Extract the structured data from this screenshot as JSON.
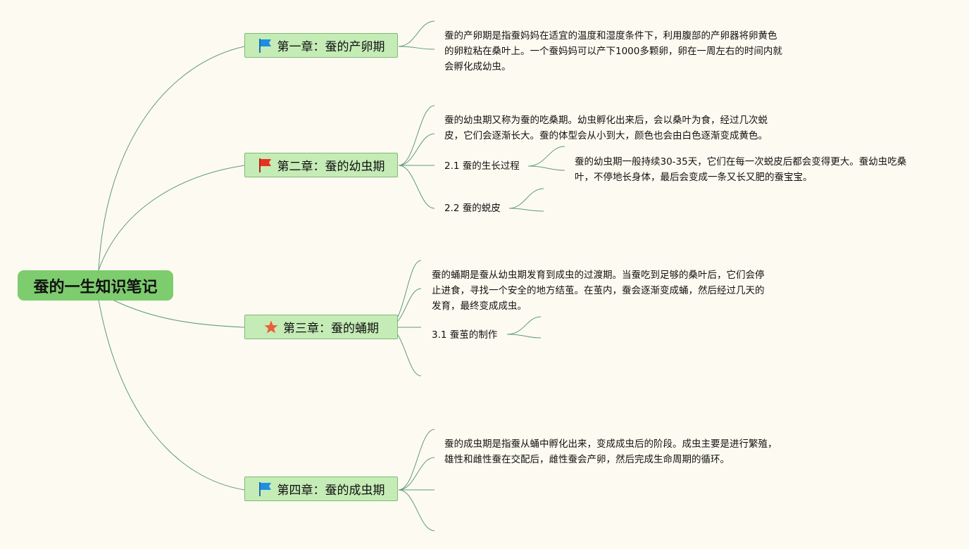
{
  "root": {
    "title": "蚕的一生知识笔记"
  },
  "chapters": [
    {
      "label": "第一章：蚕的产卵期",
      "icon": "blue-flag-icon",
      "note": [
        "蚕的产卵期是指蚕妈妈在适宜的温度和湿度条件下，利用腹部的产卵器将卵黄色",
        "的卵粒粘在桑叶上。一个蚕妈妈可以产下1000多颗卵，卵在一周左右的时间内就",
        "会孵化成幼虫。"
      ]
    },
    {
      "label": "第二章：蚕的幼虫期",
      "icon": "red-flag-icon",
      "note": [
        "蚕的幼虫期又称为蚕的吃桑期。幼虫孵化出来后，会以桑叶为食，经过几次蜕",
        "皮，它们会逐渐长大。蚕的体型会从小到大，颜色也会由白色逐渐变成黄色。"
      ],
      "subs": [
        {
          "label": "2.1 蚕的生长过程",
          "note": [
            "蚕的幼虫期一般持续30-35天，它们在每一次蜕皮后都会变得更大。蚕幼虫吃桑",
            "叶，不停地长身体，最后会变成一条又长又肥的蚕宝宝。"
          ]
        },
        {
          "label": "2.2 蚕的蜕皮"
        }
      ]
    },
    {
      "label": "第三章：蚕的蛹期",
      "icon": "orange-star-icon",
      "note": [
        "蚕的蛹期是蚕从幼虫期发育到成虫的过渡期。当蚕吃到足够的桑叶后，它们会停",
        "止进食，寻找一个安全的地方结茧。在茧内，蚕会逐渐变成蛹，然后经过几天的",
        "发育，最终变成成虫。"
      ],
      "subs": [
        {
          "label": "3.1 蚕茧的制作"
        }
      ]
    },
    {
      "label": "第四章：蚕的成虫期",
      "icon": "blue-flag-icon",
      "note": [
        "蚕的成虫期是指蚕从蛹中孵化出来，变成成虫后的阶段。成虫主要是进行繁殖，",
        "雄性和雌性蚕在交配后，雌性蚕会产卵，然后完成生命周期的循环。"
      ]
    }
  ],
  "colors": {
    "background": "#fdfbf1",
    "root": "#7dcc6e",
    "chapter": "#c5ecb6",
    "line": "#5f9a7a",
    "flag_blue": "#1e8fe0",
    "flag_red": "#e8321f",
    "star": "#e8603a"
  }
}
